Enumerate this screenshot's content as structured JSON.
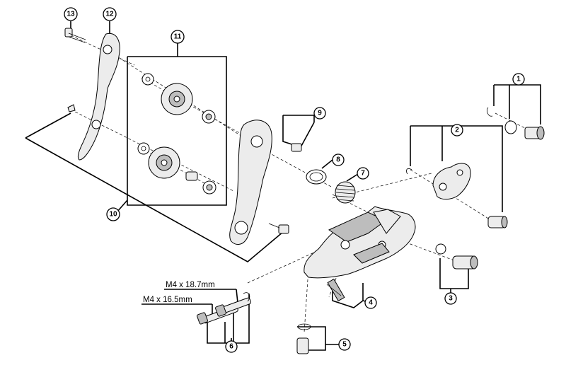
{
  "callouts": [
    {
      "key": "c1",
      "number": "1"
    },
    {
      "key": "c2",
      "number": "2"
    },
    {
      "key": "c3",
      "number": "3"
    },
    {
      "key": "c4",
      "number": "4"
    },
    {
      "key": "c5",
      "number": "5"
    },
    {
      "key": "c6",
      "number": "6"
    },
    {
      "key": "c7",
      "number": "7"
    },
    {
      "key": "c8",
      "number": "8"
    },
    {
      "key": "c9",
      "number": "9"
    },
    {
      "key": "c10",
      "number": "10"
    },
    {
      "key": "c11",
      "number": "11"
    },
    {
      "key": "c12",
      "number": "12"
    },
    {
      "key": "c13",
      "number": "13"
    }
  ],
  "specs": {
    "bolt_long": "M4 x 18.7mm",
    "bolt_short": "M4 x 16.5mm"
  }
}
